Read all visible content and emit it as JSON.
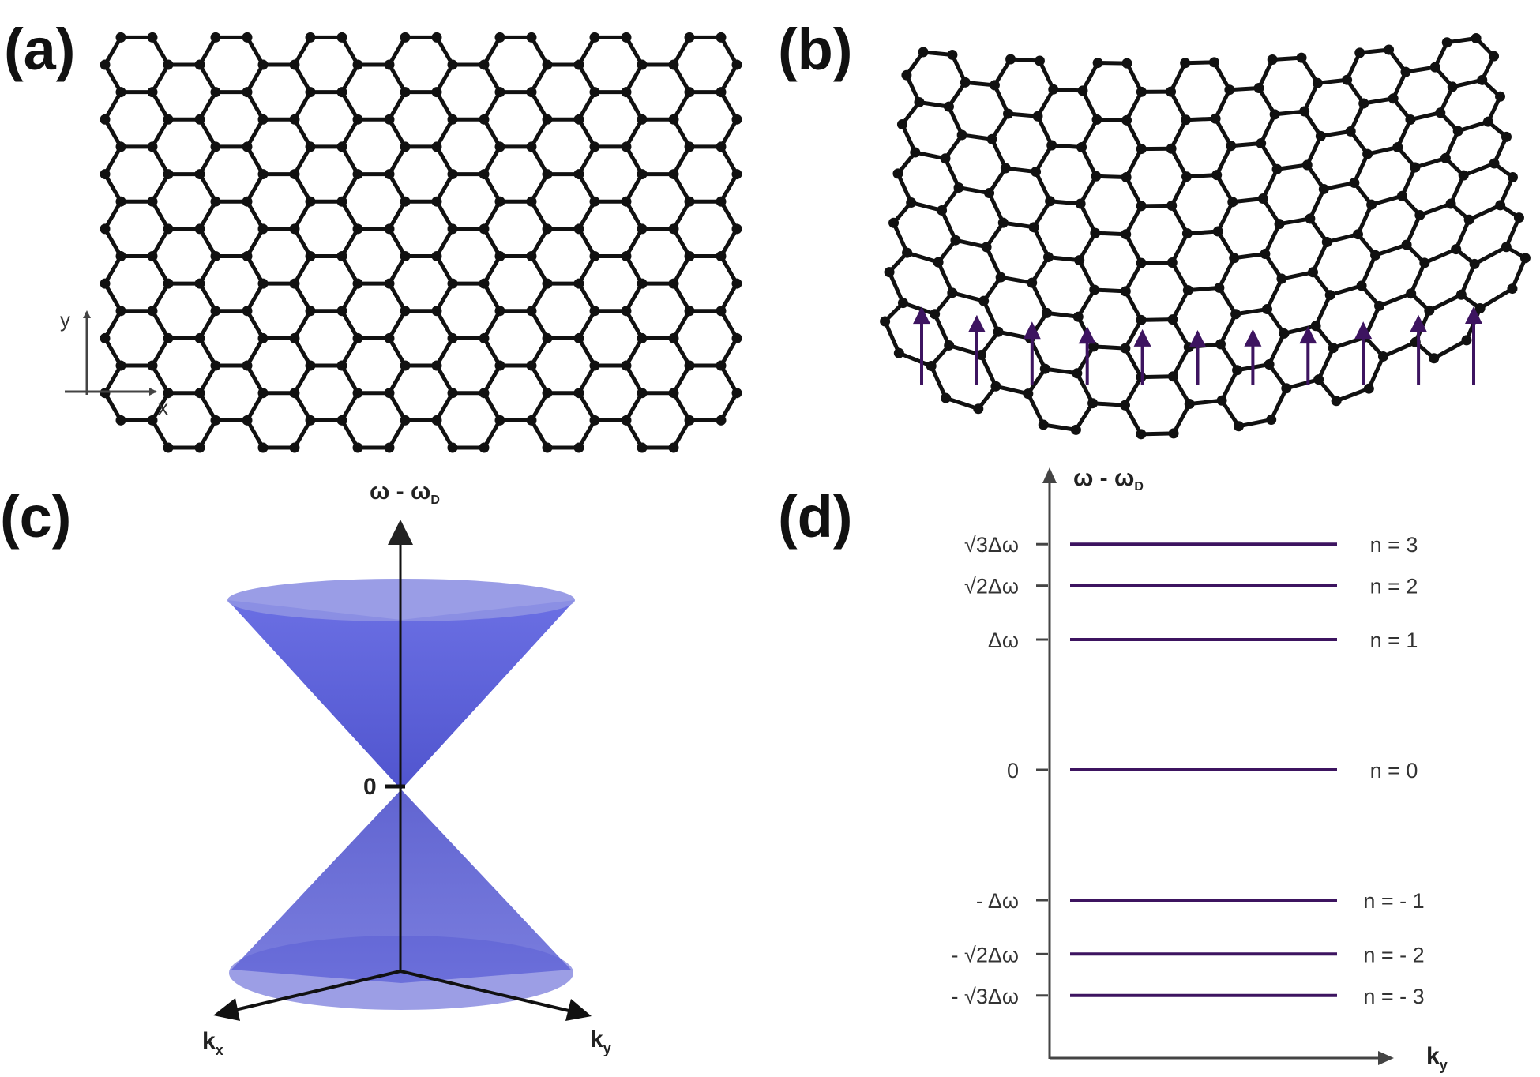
{
  "panels": {
    "a": {
      "label": "(a)",
      "x_axis_label": "x",
      "y_axis_label": "y"
    },
    "b": {
      "label": "(b)",
      "arrow_count": 11
    },
    "c": {
      "label": "(c)",
      "vertical_axis": "ω - ω",
      "vertical_axis_sub": "D",
      "origin_label": "0",
      "kx": "k",
      "kx_sub": "x",
      "ky": "k",
      "ky_sub": "y"
    },
    "d": {
      "label": "(d)",
      "vertical_axis": "ω - ω",
      "vertical_axis_sub": "D",
      "horizontal_axis": "k",
      "horizontal_axis_sub": "y"
    }
  },
  "colors": {
    "lattice": "#111111",
    "strain_arrows": "#3d1460",
    "landau_levels": "#3d1460",
    "cone_fill": "#4b4fd8",
    "axis": "#333333"
  },
  "chart_data": {
    "type": "line",
    "xlabel": "ky",
    "ylabel": "ω - ωD",
    "series": [
      {
        "name": "n = 3",
        "tick": "√3Δω",
        "level": 1.732
      },
      {
        "name": "n = 2",
        "tick": "√2Δω",
        "level": 1.414
      },
      {
        "name": "n = 1",
        "tick": "Δω",
        "level": 1.0
      },
      {
        "name": "n = 0",
        "tick": "0",
        "level": 0.0
      },
      {
        "name": "n = - 1",
        "tick": "- Δω",
        "level": -1.0
      },
      {
        "name": "n = - 2",
        "tick": "- √2Δω",
        "level": -1.414
      },
      {
        "name": "n = - 3",
        "tick": "- √3Δω",
        "level": -1.732
      }
    ]
  }
}
